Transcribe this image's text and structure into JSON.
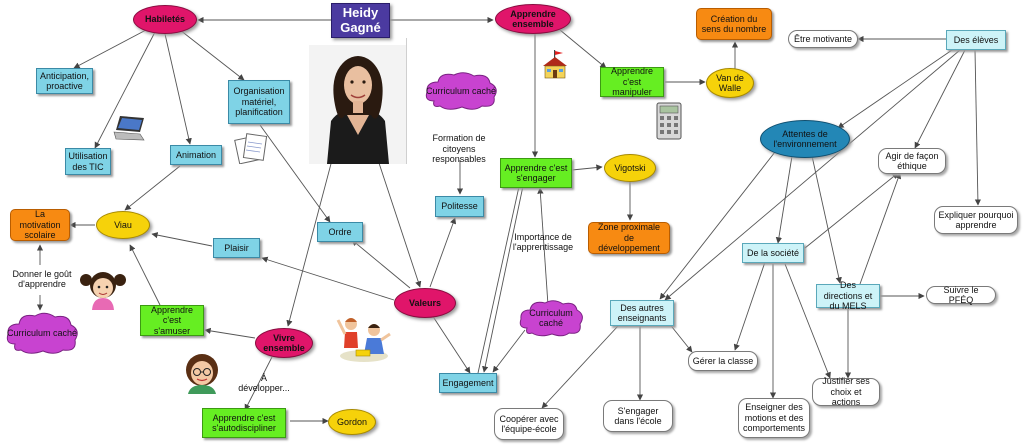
{
  "title": "Heidy\nGagné",
  "nodes": {
    "habiletes": "Habiletés",
    "apprendre_ensemble": "Apprendre ensemble",
    "anticipation": "Anticipation, proactive",
    "organisation": "Organisation matériel, planification",
    "utilisation_tic": "Utilisation des TIC",
    "animation": "Animation",
    "motivation": "La motivation scolaire",
    "viau": "Viau",
    "donner_gout": "Donner le goût d'apprendre",
    "curriculum_cache_1": "Curriculum caché",
    "plaisir": "Plaisir",
    "ordre": "Ordre",
    "apprendre_amuser": "Apprendre c'est s'amuser",
    "vivre_ensemble": "Vivre ensemble",
    "a_developper": "À développer...",
    "apprendre_autodiscipliner": "Apprendre c'est s'autodiscipliner",
    "gordon": "Gordon",
    "curriculum_cache_2": "Curriculum caché",
    "formation_citoyens": "Formation de citoyens responsables",
    "politesse": "Politesse",
    "valeurs": "Valeurs",
    "engagement": "Engagement",
    "apprendre_engager": "Apprendre c'est s'engager",
    "vigotski": "Vigotski",
    "zone_proximale": "Zone proximale de développement",
    "importance": "Importance de l'apprentissage",
    "curriculum_cache_3": "Curriculum caché",
    "creation_sens": "Création du sens du nombre",
    "apprendre_manipuler": "Apprendre c'est manipuler",
    "van_de_walle": "Van de Walle",
    "etre_motivante": "Être motivante",
    "des_eleves": "Des élèves",
    "attentes": "Attentes de l'environnement",
    "agir_ethique": "Agir de façon éthique",
    "expliquer": "Expliquer pourquoi apprendre",
    "de_la_societe": "De la société",
    "des_directions": "Des directions et du MELS",
    "suivre_pfeq": "Suivre le PFÉQ",
    "des_autres": "Des autres enseignants",
    "gerer_classe": "Gérer la classe",
    "justifier": "Justifier ses choix et actions",
    "cooperer": "Coopérer avec l'équipe-école",
    "sengager_ecole": "S'engager dans l'école",
    "enseigner": "Enseigner des motions et des comportements"
  },
  "icons": [
    "laptop-icon",
    "notes-icon",
    "school-icon",
    "calculator-icon",
    "girl-icon",
    "teacher-icon",
    "kids-icon",
    "portrait-photo"
  ],
  "colors": {
    "pink": "#e0156a",
    "title": "#4b3aa0",
    "green": "#66ee22",
    "blue": "#7fd3e6",
    "orange": "#f78a12",
    "yellow": "#f6d20a",
    "teal": "#2387b6",
    "purple": "#c843d0"
  }
}
